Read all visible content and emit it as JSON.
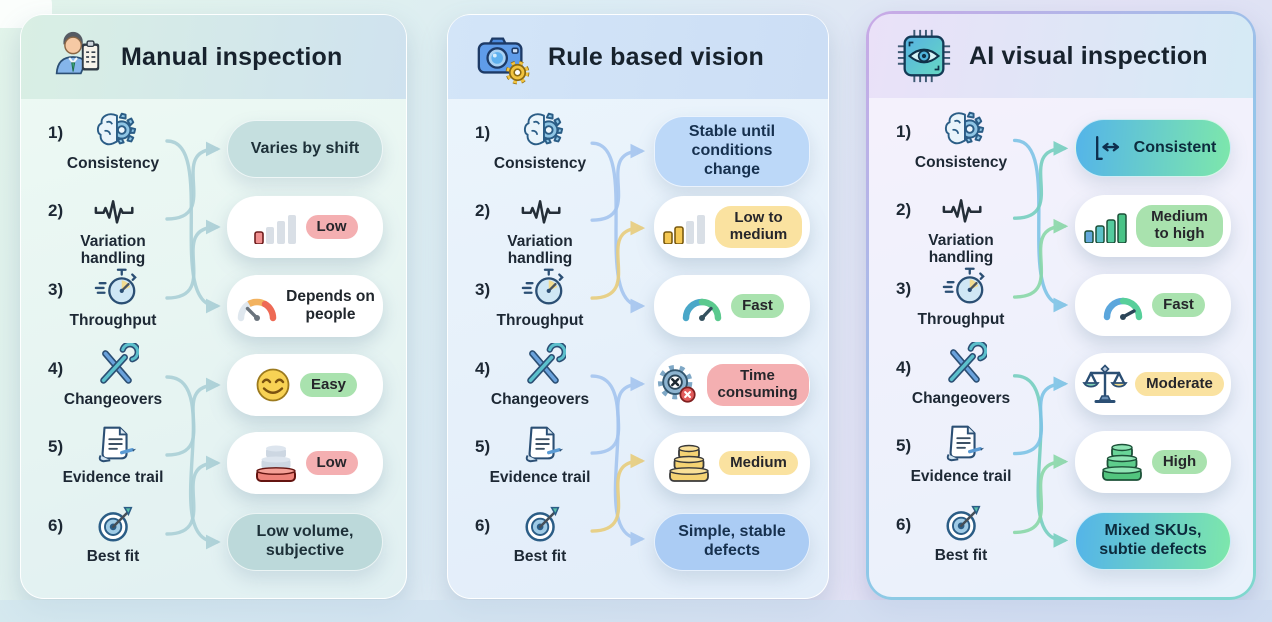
{
  "colors": {
    "status_negative": "#f4afb1",
    "status_positive": "#a9e2ae",
    "status_neutral": "#fae2a0",
    "wire_teal": "#abd0d7",
    "wire_blue": "#a5c5ef",
    "wire_yellow": "#e8cd7c"
  },
  "panels": [
    {
      "title": "Manual inspection",
      "header_icon": "inspector-icon",
      "items": [
        {
          "num": "1)",
          "label": "Consistency",
          "icon": "brain-gear-icon"
        },
        {
          "num": "2)",
          "label": "Variation handling",
          "icon": "waveform-icon"
        },
        {
          "num": "3)",
          "label": "Throughput",
          "icon": "stopwatch-icon"
        },
        {
          "num": "4)",
          "label": "Changeovers",
          "icon": "crossed-tools-icon"
        },
        {
          "num": "5)",
          "label": "Evidence trail",
          "icon": "document-pen-icon"
        },
        {
          "num": "6)",
          "label": "Best fit",
          "icon": "target-dart-icon"
        }
      ],
      "badges": [
        {
          "text": "Varies by shift"
        },
        {
          "icon": "bar-chart-icon",
          "pill": "Low",
          "pill_color": "#f4afb1"
        },
        {
          "icon": "gauge-icon",
          "text": "Depends on people"
        },
        {
          "icon": "smiley-icon",
          "pill": "Easy",
          "pill_color": "#a9e2ae"
        },
        {
          "icon": "stacked-discs-icon",
          "pill": "Low",
          "pill_color": "#f4afb1"
        },
        {
          "text": "Low volume, subjective"
        }
      ]
    },
    {
      "title": "Rule based vision",
      "header_icon": "camera-gear-icon",
      "items": [
        {
          "num": "1)",
          "label": "Consistency",
          "icon": "brain-gear-icon"
        },
        {
          "num": "2)",
          "label": "Variation handling",
          "icon": "waveform-icon"
        },
        {
          "num": "3)",
          "label": "Throughput",
          "icon": "stopwatch-icon"
        },
        {
          "num": "4)",
          "label": "Changeovers",
          "icon": "crossed-tools-icon"
        },
        {
          "num": "5)",
          "label": "Evidence trail",
          "icon": "document-pen-icon"
        },
        {
          "num": "6)",
          "label": "Best fit",
          "icon": "target-dart-icon"
        }
      ],
      "badges": [
        {
          "text": "Stable until conditions change"
        },
        {
          "icon": "bar-chart-icon",
          "pill": "Low to medium",
          "pill_color": "#fae2a0"
        },
        {
          "icon": "gauge-icon",
          "pill": "Fast",
          "pill_color": "#a9e2ae"
        },
        {
          "icon": "gear-error-icon",
          "pill": "Time consuming",
          "pill_color": "#f4afb1"
        },
        {
          "icon": "stacked-discs-icon",
          "pill": "Medium",
          "pill_color": "#fae2a0"
        },
        {
          "text": "Simple, stable defects"
        }
      ]
    },
    {
      "title": "AI visual inspection",
      "header_icon": "chip-eye-icon",
      "items": [
        {
          "num": "1)",
          "label": "Consistency",
          "icon": "brain-gear-icon"
        },
        {
          "num": "2)",
          "label": "Variation handling",
          "icon": "waveform-icon"
        },
        {
          "num": "3)",
          "label": "Throughput",
          "icon": "stopwatch-icon"
        },
        {
          "num": "4)",
          "label": "Changeovers",
          "icon": "crossed-tools-icon"
        },
        {
          "num": "5)",
          "label": "Evidence trail",
          "icon": "document-pen-icon"
        },
        {
          "num": "6)",
          "label": "Best fit",
          "icon": "target-dart-icon"
        }
      ],
      "badges": [
        {
          "icon": "range-arrow-icon",
          "text": "Consistent"
        },
        {
          "icon": "bar-chart-icon",
          "pill": "Medium to high",
          "pill_color": "#a9e2ae"
        },
        {
          "icon": "gauge-icon",
          "pill": "Fast",
          "pill_color": "#a9e2ae"
        },
        {
          "icon": "balance-scale-icon",
          "pill": "Moderate",
          "pill_color": "#fae2a0"
        },
        {
          "icon": "stacked-discs-icon",
          "pill": "High",
          "pill_color": "#a9e2ae"
        },
        {
          "text": "Mixed SKUs, subtie defects"
        }
      ]
    }
  ]
}
